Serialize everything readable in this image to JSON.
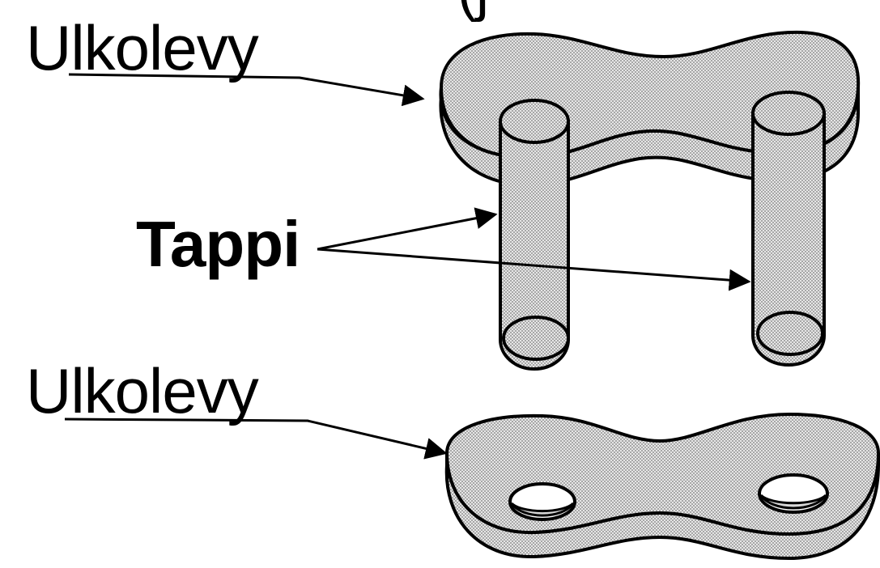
{
  "labels": {
    "top_plate": "Ulkolevy",
    "pins": "Tappi",
    "bottom_plate": "Ulkolevy",
    "cut_off_heading": "(j"
  },
  "colors": {
    "line": "#000000",
    "fill": "#c8c8c8",
    "background": "#ffffff"
  }
}
